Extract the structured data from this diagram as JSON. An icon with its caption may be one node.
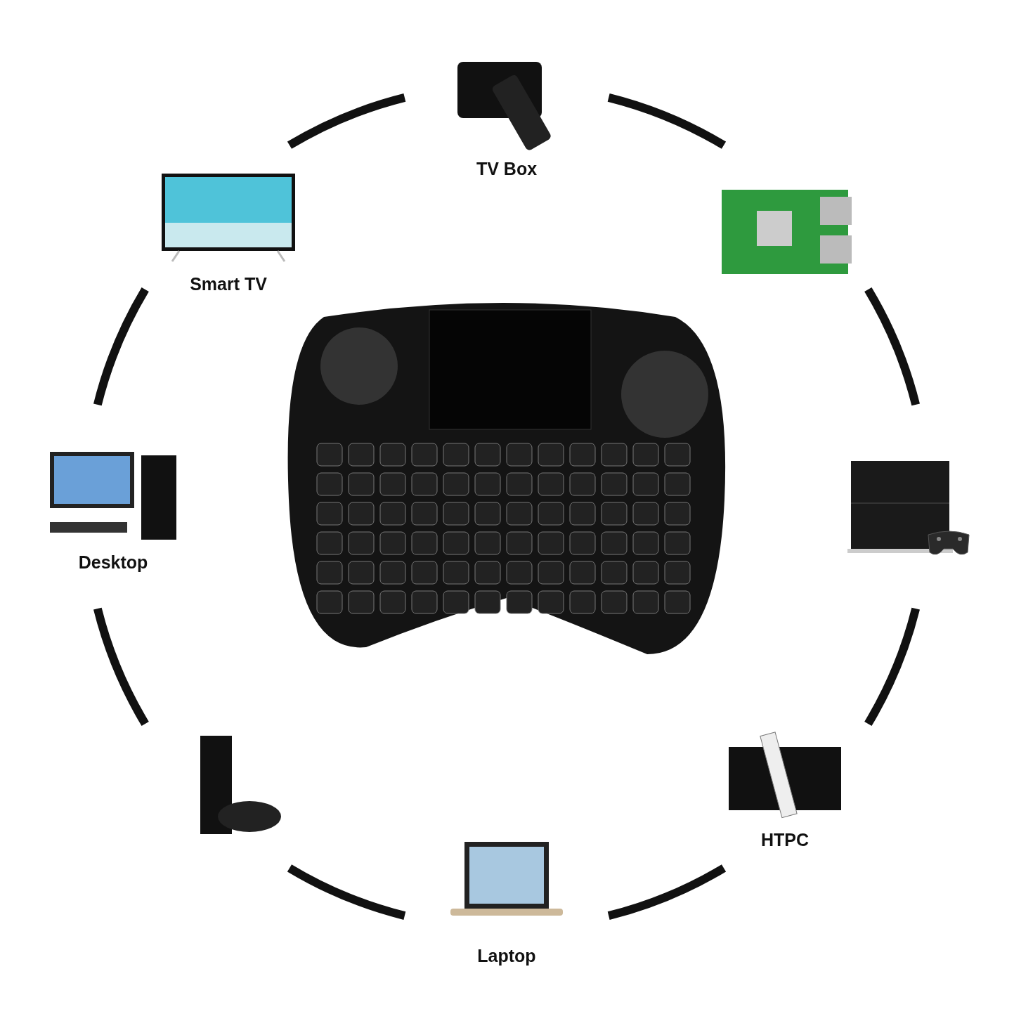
{
  "diagram": {
    "nodes": [
      {
        "text": [
          "TV Box"
        ]
      },
      {
        "text": [],
        "shape": "picture"
      },
      {
        "text": [],
        "shape": "picture"
      },
      {
        "text": [
          "HTPC"
        ]
      },
      {
        "text": [
          "Laptop"
        ]
      },
      {
        "text": [],
        "shape": "picture"
      },
      {
        "text": [
          "Desktop"
        ]
      },
      {
        "text": [
          "Smart TV"
        ]
      },
      {
        "text": [],
        "shape": "picture"
      }
    ],
    "edges": [
      {
        "from": 7,
        "to": 0,
        "arrow": "none"
      },
      {
        "from": 0,
        "to": 1,
        "arrow": "none"
      },
      {
        "from": 1,
        "to": 2,
        "arrow": "none"
      },
      {
        "from": 2,
        "to": 3,
        "arrow": "none"
      },
      {
        "from": 3,
        "to": 4,
        "arrow": "none"
      },
      {
        "from": 4,
        "to": 5,
        "arrow": "none"
      },
      {
        "from": 5,
        "to": 6,
        "arrow": "none"
      },
      {
        "from": 6,
        "to": 7,
        "arrow": "none"
      }
    ]
  }
}
